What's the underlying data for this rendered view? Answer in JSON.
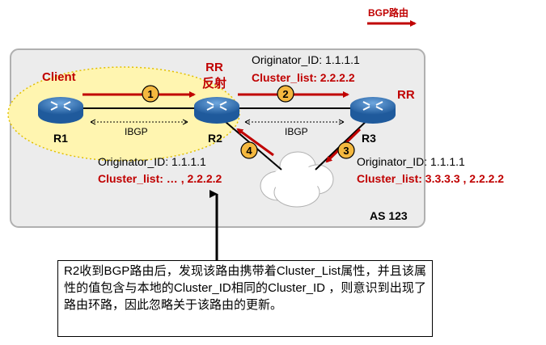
{
  "legend": {
    "label": "BGP路由"
  },
  "as_label": "AS 123",
  "routers": [
    {
      "name": "R1",
      "role": "Client"
    },
    {
      "name": "R2",
      "role": "RR\n反射"
    },
    {
      "name": "R3",
      "role": "RR"
    }
  ],
  "links": [
    {
      "label": "IBGP"
    },
    {
      "label": "IBGP"
    }
  ],
  "steps": [
    "1",
    "2",
    "3",
    "4"
  ],
  "attrs": {
    "top": {
      "originator": "Originator_ID: 1.1.1.1",
      "cluster": "Cluster_list: 2.2.2.2"
    },
    "right": {
      "originator": "Originator_ID: 1.1.1.1",
      "cluster": "Cluster_list: 3.3.3.3 , 2.2.2.2"
    },
    "left": {
      "originator": "Originator_ID: 1.1.1.1",
      "cluster": "Cluster_list: … , 2.2.2.2"
    }
  },
  "note": "R2收到BGP路由后，发现该路由携带着Cluster_List属性，并且该属性的值包含与本地的Cluster_ID相同的Cluster_ID ，则意识到出现了路由环路，因此忽略关于该路由的更新。",
  "colors": {
    "red": "#c00000",
    "router": "#2f6fb3",
    "badge": "#f4b83f",
    "zone": "#fff5b0",
    "as_box": "#ececec"
  }
}
